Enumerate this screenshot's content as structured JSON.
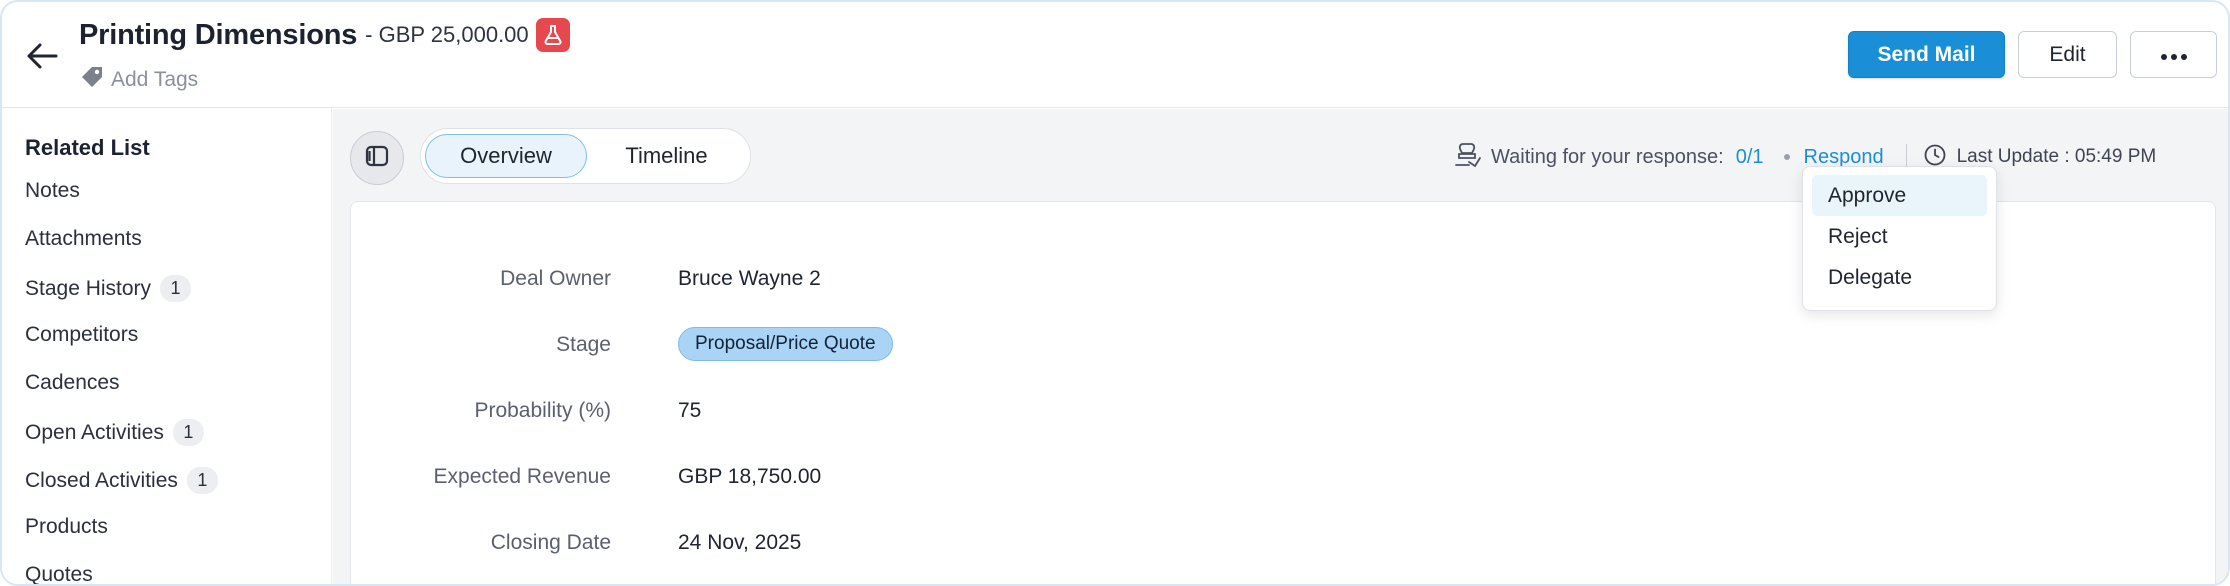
{
  "header": {
    "title": "Printing Dimensions",
    "amount": "- GBP 25,000.00",
    "add_tags": "Add Tags",
    "send_mail": "Send Mail",
    "edit": "Edit"
  },
  "sidebar": {
    "title": "Related List",
    "items": [
      {
        "label": "Notes",
        "count": null
      },
      {
        "label": "Attachments",
        "count": null
      },
      {
        "label": "Stage History",
        "count": "1"
      },
      {
        "label": "Competitors",
        "count": null
      },
      {
        "label": "Cadences",
        "count": null
      },
      {
        "label": "Open Activities",
        "count": "1"
      },
      {
        "label": "Closed Activities",
        "count": "1"
      },
      {
        "label": "Products",
        "count": null
      },
      {
        "label": "Quotes",
        "count": null
      }
    ]
  },
  "tabs": [
    {
      "label": "Overview",
      "active": true
    },
    {
      "label": "Timeline",
      "active": false
    }
  ],
  "approval": {
    "waiting_text": "Waiting for your response:",
    "count": "0/1",
    "respond": "Respond",
    "last_update": "Last Update : 05:49 PM"
  },
  "respond_menu": [
    "Approve",
    "Reject",
    "Delegate"
  ],
  "fields": [
    {
      "label": "Deal Owner",
      "value": "Bruce Wayne 2"
    },
    {
      "label": "Stage",
      "value": "Proposal/Price Quote"
    },
    {
      "label": "Probability (%)",
      "value": "75"
    },
    {
      "label": "Expected Revenue",
      "value": "GBP 18,750.00"
    },
    {
      "label": "Closing Date",
      "value": "24 Nov, 2025"
    }
  ],
  "colors": {
    "accent": "#1a8fd8",
    "badge_red": "#e5484d",
    "stage_pill": "#a9d4f5",
    "main_bg": "#f3f4f6"
  },
  "icons": [
    "back-arrow-icon",
    "flask-icon",
    "tag-icon",
    "more-icon",
    "panel-toggle-icon",
    "approval-icon",
    "clock-icon"
  ]
}
